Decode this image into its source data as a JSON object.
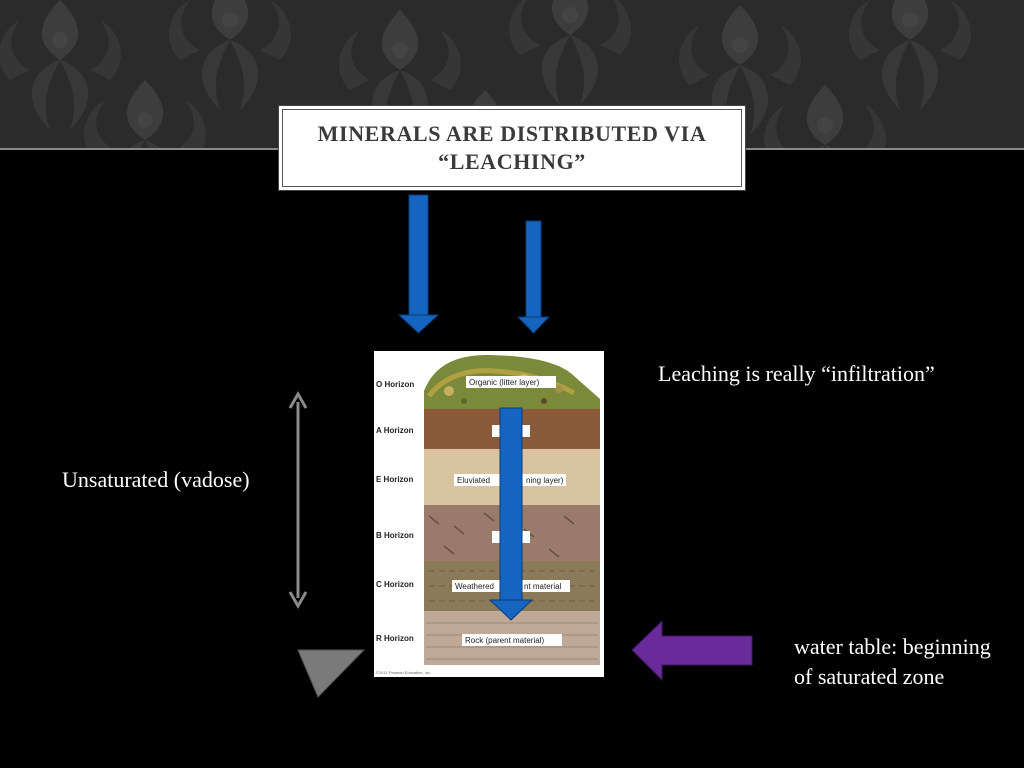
{
  "title": {
    "line1": "MINERALS ARE DISTRIBUTED VIA",
    "line2": "“LEACHING”"
  },
  "notes": {
    "leaching": "Leaching is really “infiltration”",
    "unsaturated": "Unsaturated (vadose)",
    "water_table_line1": "water table: beginning",
    "water_table_line2": "of  saturated zone"
  },
  "soil_profile": {
    "horizons": [
      "O Horizon",
      "A Horizon",
      "E Horizon",
      "B Horizon",
      "C Horizon",
      "R Horizon"
    ],
    "layers": [
      "Organic (litter layer)",
      "",
      "Eluviated ",
      "ning layer)",
      "",
      "Weathered",
      "nt material",
      "Rock (parent material)"
    ],
    "credit": "©2011 Pearson Education, Inc."
  },
  "colors": {
    "down_arrow": "#1565c0",
    "water_table_arrow": "#6a2b9a",
    "range_arrow": "#8a8a8a",
    "triangle": "#7a7a7a"
  }
}
